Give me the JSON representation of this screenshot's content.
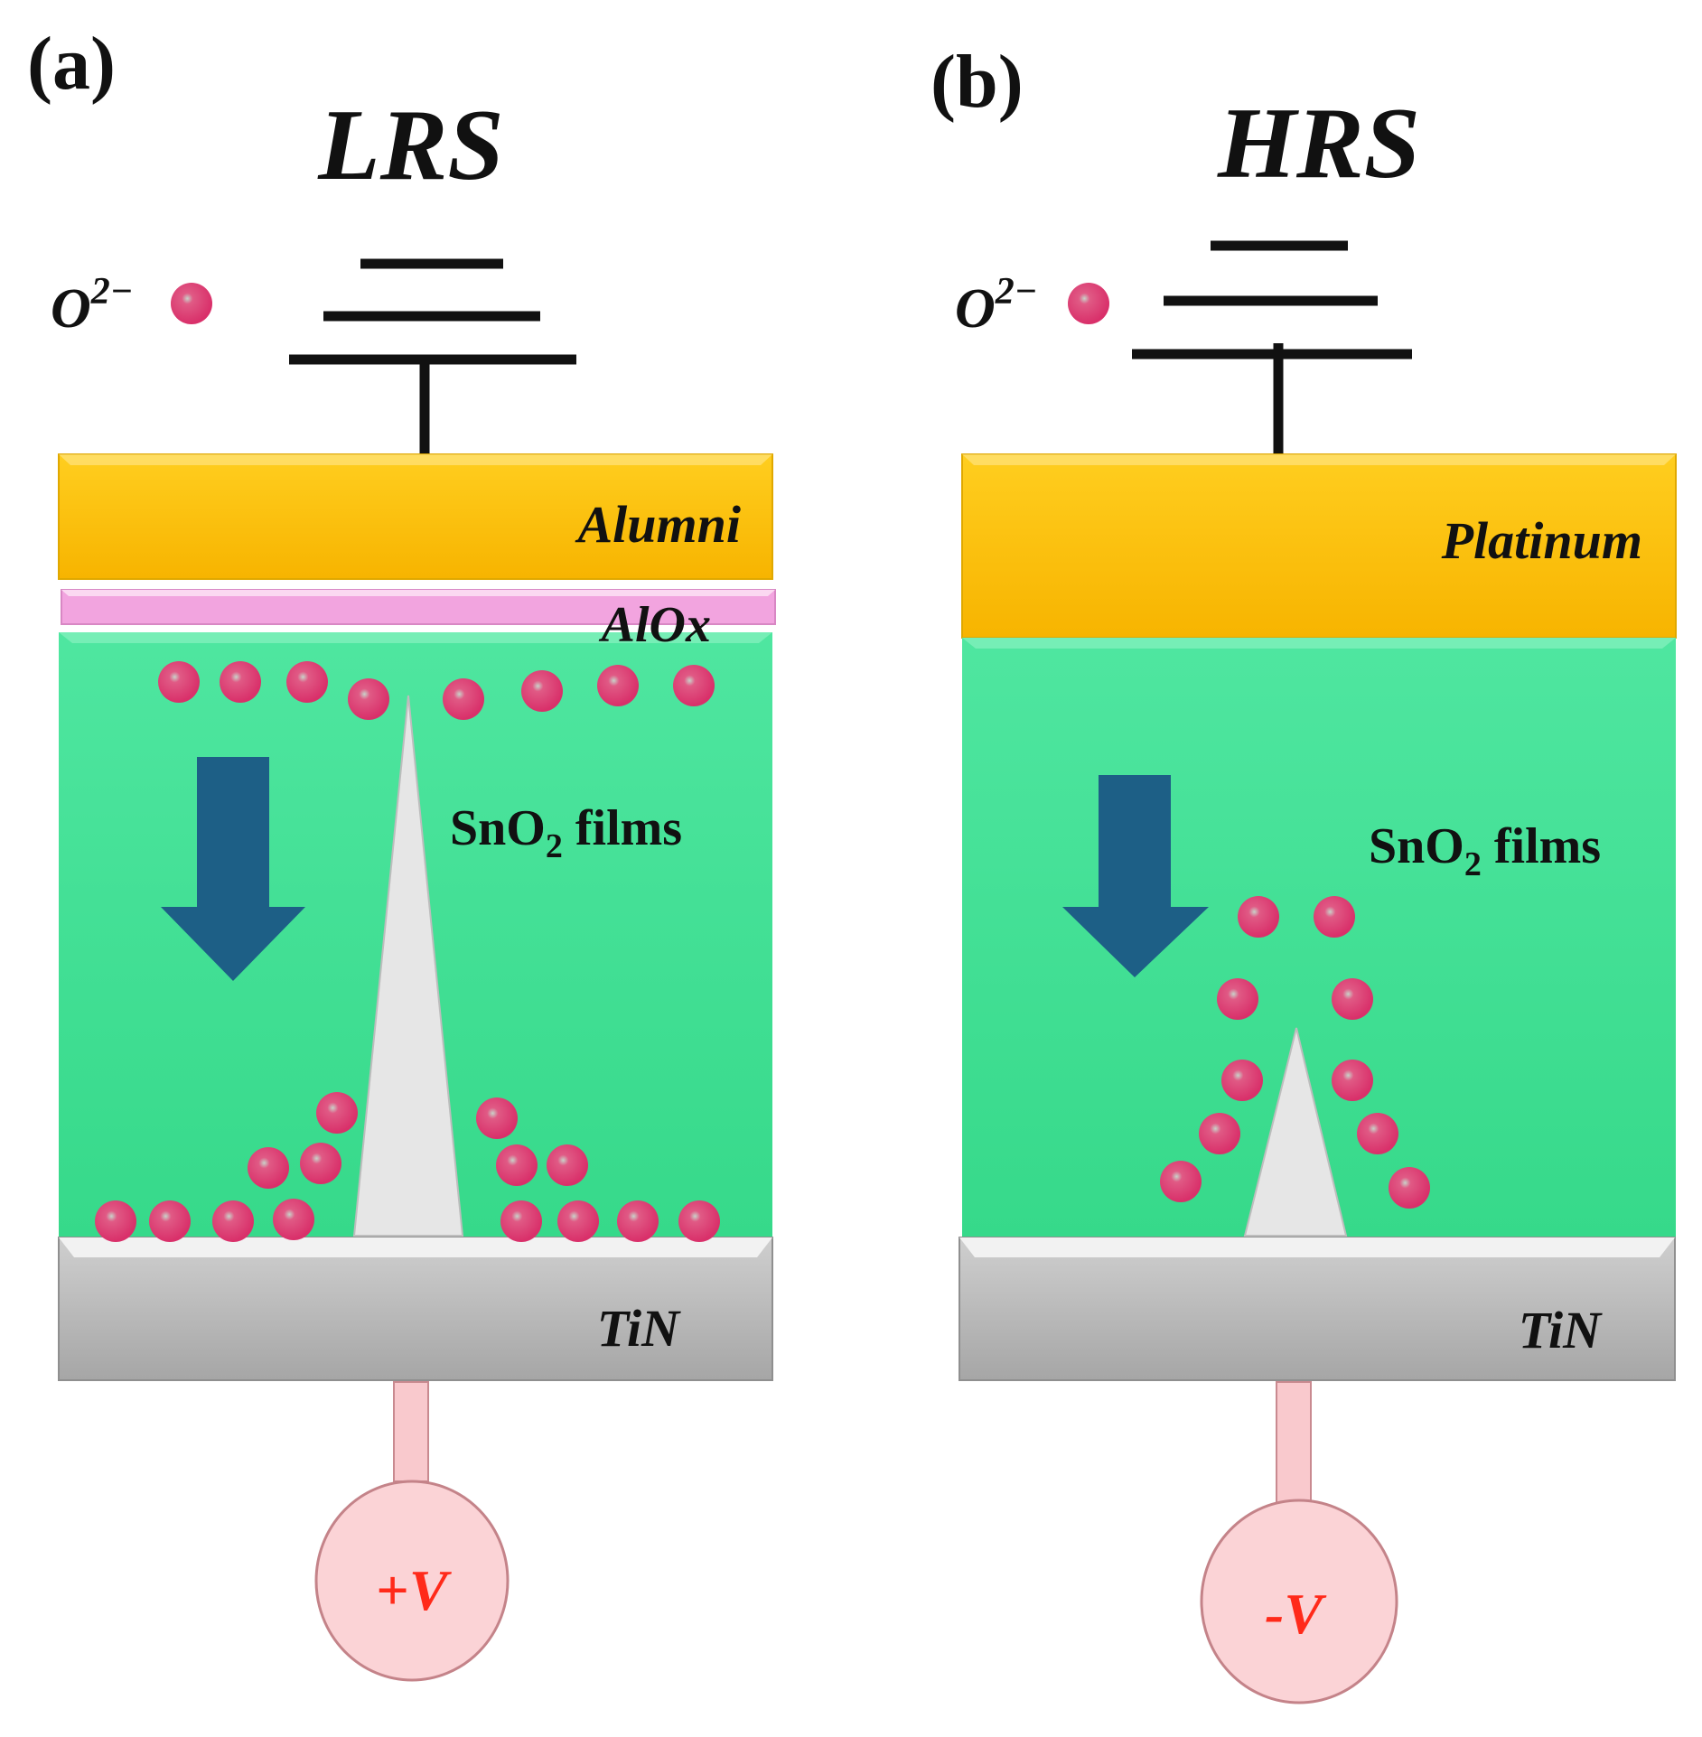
{
  "panels": {
    "a": {
      "letter": "(a)",
      "state": "LRS",
      "ion_label": "O",
      "ion_charge": "2−",
      "top_electrode": "Alumni",
      "interlayer": "AlOx",
      "film_main": "SnO",
      "film_sub": "2",
      "film_suffix": " films",
      "bottom_electrode": "TiN",
      "voltage_sign": "+",
      "voltage_symbol": "V"
    },
    "b": {
      "letter": "(b)",
      "state": "HRS",
      "ion_label": "O",
      "ion_charge": "2−",
      "top_electrode": "Platinum",
      "film_main": "SnO",
      "film_sub": "2",
      "film_suffix": " films",
      "bottom_electrode": "TiN",
      "voltage_sign": "-",
      "voltage_symbol": "V"
    }
  },
  "colors": {
    "electrode_top": "#ffbf00",
    "interlayer": "#f2a4df",
    "film": "#3ee08f",
    "bottom_electrode": "#b5b5b5",
    "filament": "#e6e6e6",
    "ion": "#e0457a",
    "arrow": "#1d5f86",
    "voltage_source": "#f9c9cd",
    "voltage_text": "#ff2a1a"
  }
}
